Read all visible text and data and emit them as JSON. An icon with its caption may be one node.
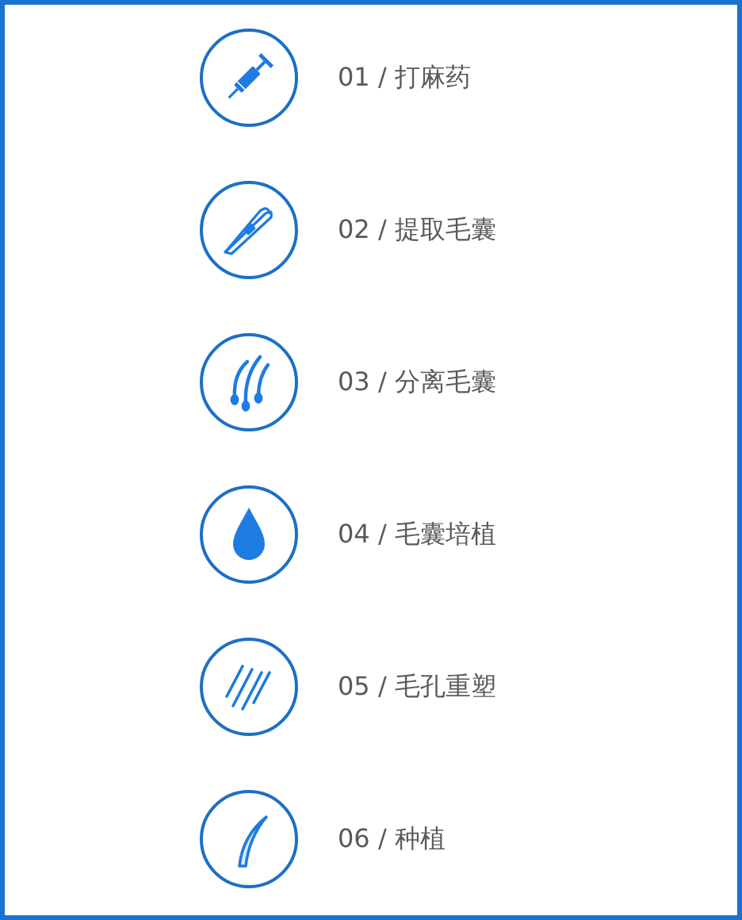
{
  "diagram": {
    "nodes": [
      {
        "text": [],
        "shape": "circle",
        "beside": [
          "01 / 打麻药"
        ]
      },
      {
        "text": [],
        "shape": "circle",
        "beside": [
          "02 / 提取毛囊"
        ]
      },
      {
        "text": [],
        "shape": "circle",
        "beside": [
          "03 / 分离毛囊"
        ]
      },
      {
        "text": [],
        "shape": "circle",
        "beside": [
          "04 / 毛囊培植"
        ]
      },
      {
        "text": [],
        "shape": "circle",
        "beside": [
          "05 / 毛孔重塑"
        ]
      },
      {
        "text": [],
        "shape": "circle",
        "beside": [
          "06 / 种植"
        ]
      }
    ]
  }
}
